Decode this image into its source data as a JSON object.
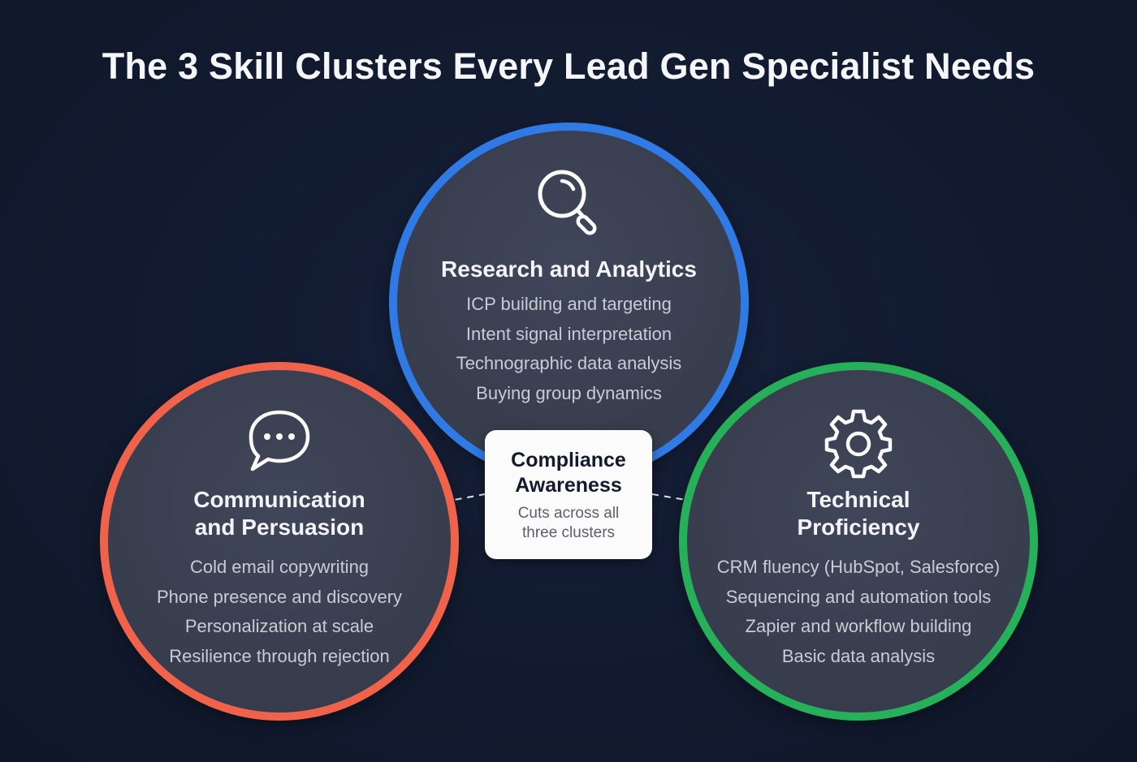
{
  "title": "The 3 Skill Clusters Every Lead Gen Specialist Needs",
  "colors": {
    "background": "#111a2e",
    "research": "#2f7ae5",
    "communication": "#f0634a",
    "technical": "#27b05a",
    "circle_fill": "#3a3f4f",
    "card_fill": "#fbfbfc"
  },
  "clusters": [
    {
      "id": "research",
      "icon": "magnifying-glass-icon",
      "name_lines": [
        "Research and Analytics"
      ],
      "items": [
        "ICP building and targeting",
        "Intent signal interpretation",
        "Technographic data analysis",
        "Buying group dynamics"
      ]
    },
    {
      "id": "communication",
      "icon": "speech-bubble-icon",
      "name_lines": [
        "Communication",
        "and Persuasion"
      ],
      "items": [
        "Cold email copywriting",
        "Phone presence and discovery",
        "Personalization at scale",
        "Resilience through rejection"
      ]
    },
    {
      "id": "technical",
      "icon": "gear-icon",
      "name_lines": [
        "Technical",
        "Proficiency"
      ],
      "items": [
        "CRM fluency (HubSpot, Salesforce)",
        "Sequencing and automation tools",
        "Zapier and workflow building",
        "Basic data analysis"
      ]
    }
  ],
  "center": {
    "title_lines": [
      "Compliance",
      "Awareness"
    ],
    "subtitle_lines": [
      "Cuts across all",
      "three clusters"
    ]
  }
}
